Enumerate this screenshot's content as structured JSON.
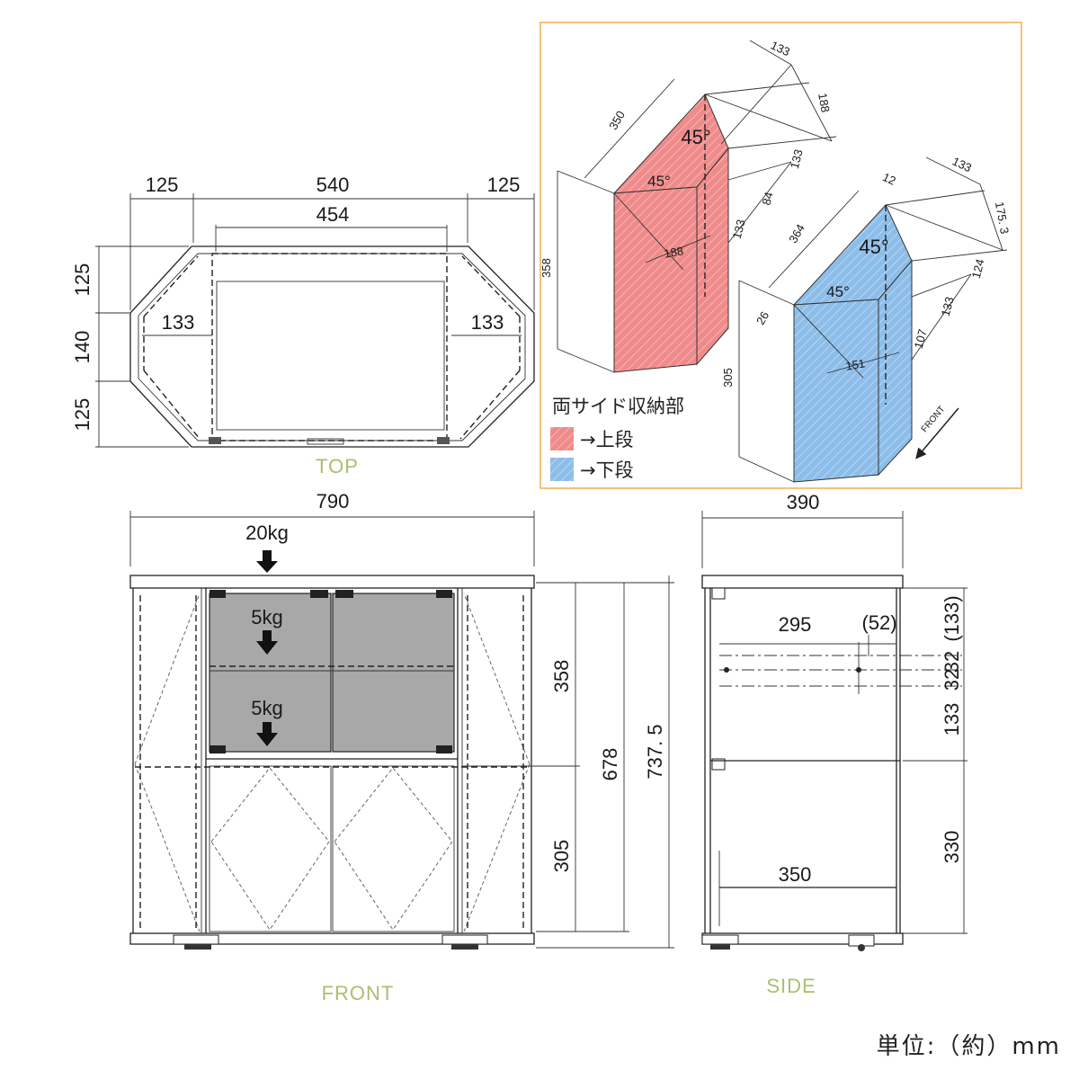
{
  "views": {
    "top": {
      "caption": "TOP",
      "dims": {
        "w_left": "125",
        "w_center": "540",
        "w_right": "125",
        "w_inner": "454",
        "h_top": "125",
        "h_mid": "140",
        "h_bottom": "125",
        "depth_left": "133",
        "depth_right": "133"
      }
    },
    "front": {
      "caption": "FRONT",
      "dims": {
        "width": "790",
        "top_load": "20kg",
        "shelf_load_upper": "5kg",
        "shelf_load_lower": "5kg",
        "upper_height": "358",
        "lower_height": "305",
        "inner_height": "678",
        "total_height": "737. 5"
      }
    },
    "side": {
      "caption": "SIDE",
      "dims": {
        "depth": "390",
        "shelf_depth": "295",
        "shelf_offset": "(52)",
        "lower_depth": "350",
        "h_top": "(133)",
        "h_32a": "32",
        "h_32b": "32",
        "h_133": "133",
        "h_330": "330"
      }
    },
    "storage_3d": {
      "upper": {
        "d133": "133",
        "d188a": "188",
        "d133b": "133",
        "d84": "84",
        "d133c": "133",
        "d350": "350",
        "d358": "358",
        "d188b": "188",
        "angle_top": "45°",
        "angle_side": "45°"
      },
      "lower": {
        "d133": "133",
        "d12": "12",
        "d175": "175. 3",
        "d124": "124",
        "d133b": "133",
        "d107": "107",
        "d364": "364",
        "d26": "26",
        "d305": "305",
        "d151": "151",
        "angle_top": "45°",
        "angle_side": "45°",
        "front_label": "FRONT"
      },
      "legend": {
        "title": "両サイド収納部",
        "upper_label": "→上段",
        "lower_label": "→下段"
      }
    }
  },
  "unit_note": "単位:（約）mm",
  "colors": {
    "caption": "#a9bf6e",
    "upper_fill": "#f08b8b",
    "lower_fill": "#8dbde9",
    "panel_border": "#f0b45a",
    "glass": "#a8a8a8",
    "line": "#222222"
  }
}
